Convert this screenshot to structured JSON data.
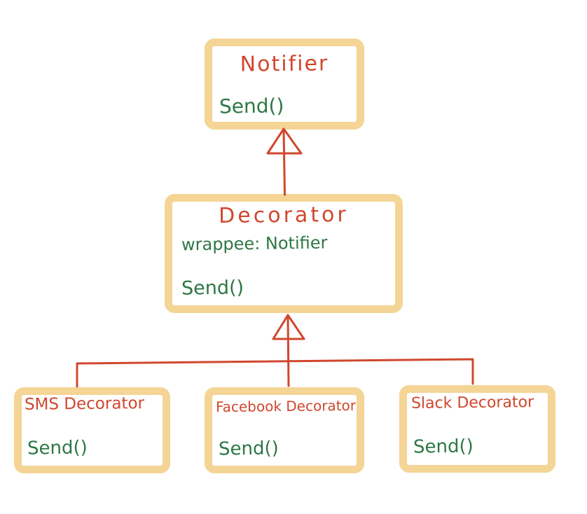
{
  "diagram": {
    "kind": "hand-drawn class diagram",
    "pattern_name": "Decorator",
    "colors": {
      "box_border": "#f4d596",
      "class_name_text": "#d0472e",
      "member_text": "#2e7745",
      "arrow": "#d0472e",
      "background": "#ffffff"
    },
    "classes": [
      {
        "id": "notifier",
        "name": "Notifier",
        "members": [
          "Send()"
        ]
      },
      {
        "id": "decorator",
        "name": "Decorator",
        "members": [
          "wrappee: Notifier",
          "Send()"
        ]
      },
      {
        "id": "sms",
        "name": "SMS Decorator",
        "members": [
          "Send()"
        ]
      },
      {
        "id": "facebook",
        "name": "Facebook Decorator",
        "members": [
          "Send()"
        ]
      },
      {
        "id": "slack",
        "name": "Slack Decorator",
        "members": [
          "Send()"
        ]
      }
    ],
    "relations": [
      {
        "from": "Decorator",
        "to": "Notifier",
        "type": "inheritance"
      },
      {
        "from": "SMS Decorator",
        "to": "Decorator",
        "type": "inheritance"
      },
      {
        "from": "Facebook Decorator",
        "to": "Decorator",
        "type": "inheritance"
      },
      {
        "from": "Slack Decorator",
        "to": "Decorator",
        "type": "inheritance"
      }
    ]
  }
}
